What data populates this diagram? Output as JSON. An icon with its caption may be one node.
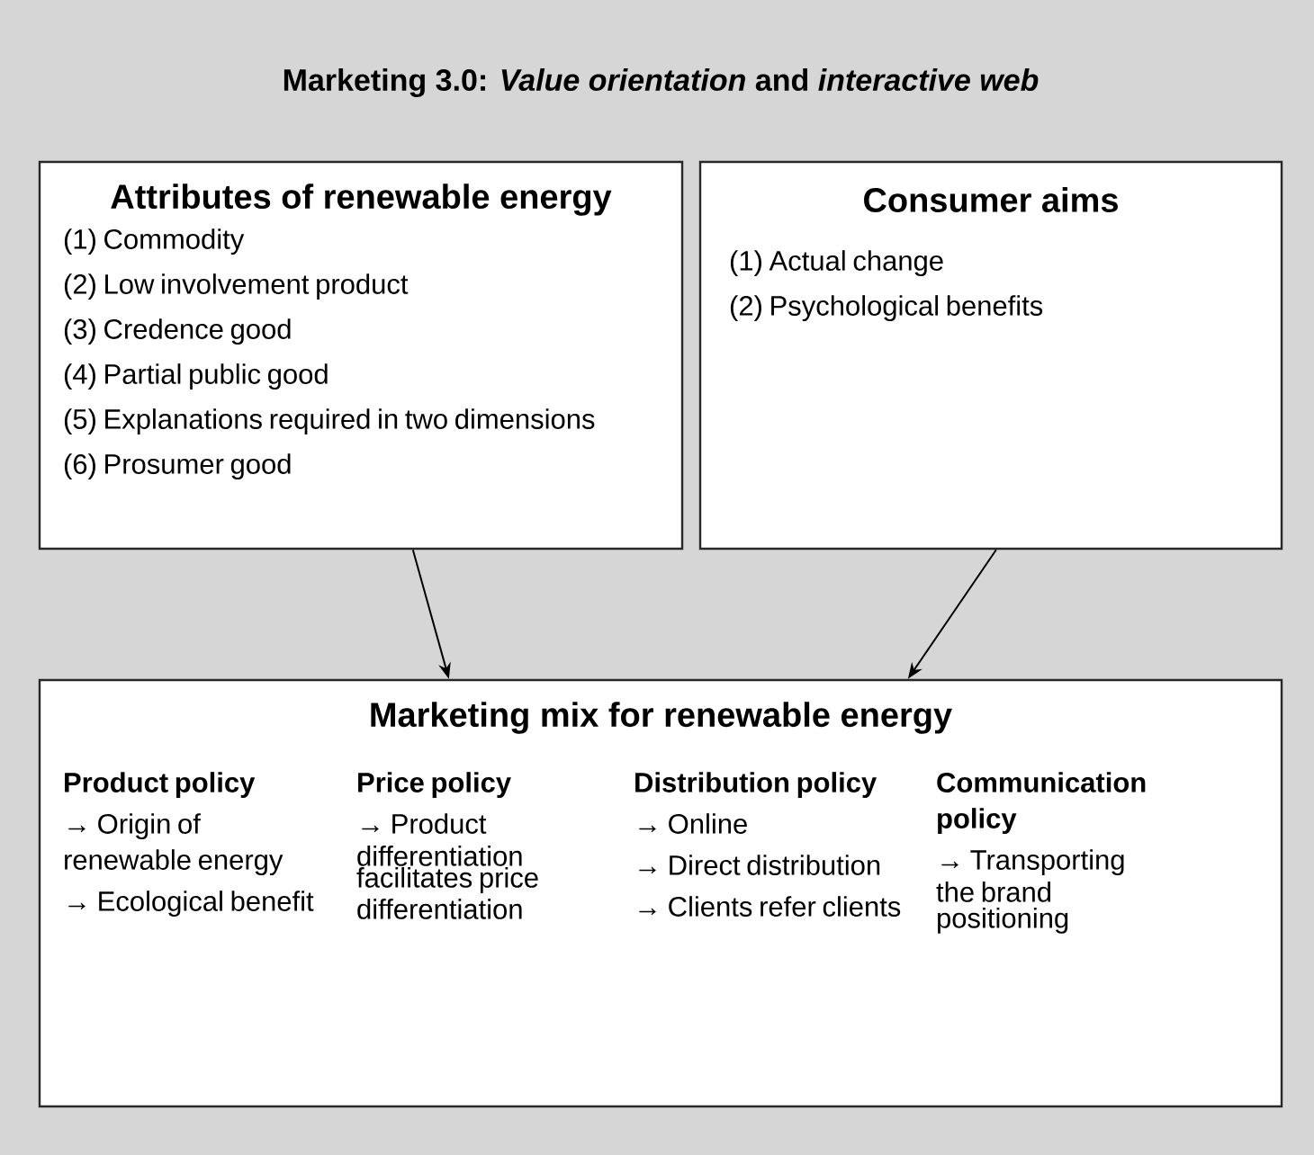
{
  "diagram": {
    "title": "Marketing 3.0: *Value orientation* and *interactive web*",
    "nodes": [
      {
        "text": [
          "Attributes of renewable energy",
          "(1)  Commodity",
          "(2)  Low involvement product",
          "(3)  Credence good",
          "(4)  Partial public good",
          "(5)  Explanations required in two dimensions",
          "(6)  Prosumer good"
        ]
      },
      {
        "text": [
          "Consumer aims",
          "(1) Actual change",
          "(2) Psychological benefits"
        ]
      },
      {
        "text": [
          "Marketing mix for renewable energy",
          "Product policy",
          "→ Origin of renewable energy",
          "→ Ecological benefit",
          "Price policy",
          "→ Product differentiation facilitates price differentiation",
          "Distribution policy",
          "→ Online",
          "→ Direct distribution",
          "→ Clients refer clients",
          "Communication policy",
          "→ Transporting the brand positioning"
        ]
      }
    ],
    "edges": [
      {
        "from": 0,
        "to": 2,
        "arrow": "to"
      },
      {
        "from": 1,
        "to": 2,
        "arrow": "to"
      }
    ]
  }
}
